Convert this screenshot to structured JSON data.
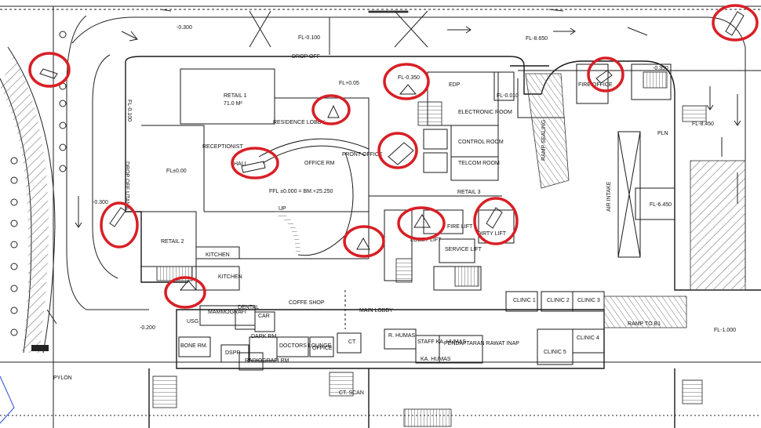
{
  "plan": {
    "labels": {
      "lvl_m0300_top": "-0.300",
      "fl_0100": "FL-0.100",
      "drop_off": "DROP OFF",
      "fl_8650": "FL-8.650",
      "retail1": "RETAIL 1",
      "retail1_area": "71.0 M²",
      "fl_0050": "FL+0.05",
      "fl_0350": "FL-0.350",
      "edp": "EDP",
      "fl_0010": "FL-0.010",
      "fire_office": "FIRE OFFICE",
      "lvl_m0350": "-0.350",
      "fl_m0100_side": "FL-0.100",
      "residence_lobby": "RESIDENCE LOBBY",
      "electronic_room": "ELECTRONIC ROOM",
      "control_room": "CONTROL ROOM",
      "telcom_room": "TELCOM ROOM",
      "reception": "RECEPTIONIST",
      "hall": "HALL",
      "office_rm": "OFFICE RM",
      "front_office": "FRONT OFFICE",
      "fl_000": "FL±0.00",
      "drop_off_vertical": "DROP OFF UTAMA",
      "ffl": "FFL ±0.000 = BM.+25.250",
      "retail3": "RETAIL 3",
      "air_intake": "AIR INTAKE",
      "pln": "PLN",
      "fl_8450": "FL-8.450",
      "fl_6450": "FL-6.450",
      "lvl_m0300_left": "-0.300",
      "up": "UP",
      "retail2": "RETAIL 2",
      "kitchen": "KITCHEN",
      "kitchen2": "KITCHEN",
      "fire_lift": "FIRE LIFT",
      "dirty_lift": "DIRTY LIFT",
      "lobby_lift": "LOBBY LIFT",
      "service_lift": "SERVICE LIFT",
      "clinic1": "CLINIC 1",
      "clinic2": "CLINIC 2",
      "clinic3": "CLINIC 3",
      "clinic4": "CLINIC 4",
      "clinic5": "CLINIC 5",
      "ramp_to_b1": "RAMP TO B1",
      "fl_m1000": "FL-1.000",
      "coffee_shop": "COFFE SHOP",
      "main_lobby": "MAIN LOBBY",
      "usg": "USG",
      "mammografi": "MAMMOGRAFI",
      "dental": "DENTAL",
      "car": "CAR",
      "bone_rm": "BONE RM.",
      "dark_rm": "DARK RM",
      "doctors_lounge": "DOCTORS LOUNGE",
      "office": "OFFICE",
      "ct": "CT",
      "r_humas": "R. HUMAS",
      "staff_ka_humas": "STAFF KA. HUMAS",
      "ka_humas": "KA. HUMAS",
      "pendaftaran": "PENDAFTARAN RAWAT INAP",
      "dspr": "DSPR",
      "radiografi": "RADIOGRAFI RM",
      "ct_scan": "CT. SCAN",
      "pylon": "PYLON",
      "lvl_m0200": "-0.200",
      "ramp_sealing": "RAMP SEALING"
    },
    "colors": {
      "line": "#1a1a1a",
      "marker": "#d81f26",
      "hatch": "#8a8a8a"
    }
  }
}
